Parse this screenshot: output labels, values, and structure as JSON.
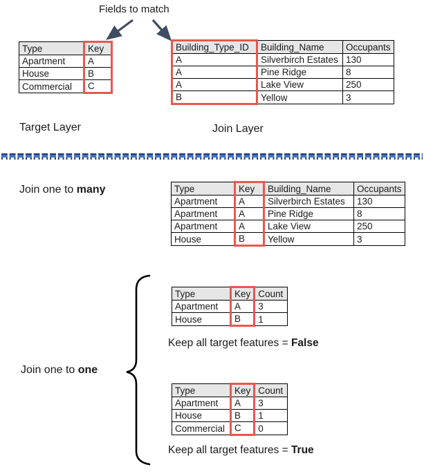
{
  "title": "Fields to match",
  "labels": {
    "target_layer": "Target Layer",
    "join_layer": "Join Layer",
    "one_to_many_prefix": "Join one to ",
    "one_to_many_bold": "many",
    "one_to_one_prefix": "Join one to ",
    "one_to_one_bold": "one",
    "caption_false_prefix": "Keep all target features = ",
    "caption_false_bold": "False",
    "caption_true_prefix": "Keep all target features = ",
    "caption_true_bold": "True"
  },
  "colors": {
    "field_highlight_box": "#e8574e",
    "table_header_bg": "#e7e6e6",
    "arrow": "#3e4d63",
    "divider_dark_blue": "#1f3864",
    "divider_blue": "#4472c4"
  },
  "tables": {
    "target": {
      "headers": [
        "Type",
        "Key"
      ],
      "rows": [
        [
          "Apartment",
          "A"
        ],
        [
          "House",
          "B"
        ],
        [
          "Commercial",
          "C"
        ]
      ],
      "highlight_col": 1
    },
    "join": {
      "headers": [
        "Building_Type_ID",
        "Building_Name",
        "Occupants"
      ],
      "rows": [
        [
          "A",
          "Silverbirch Estates",
          "130"
        ],
        [
          "A",
          "Pine Ridge",
          "8"
        ],
        [
          "A",
          "Lake View",
          "250"
        ],
        [
          "B",
          "Yellow",
          "3"
        ]
      ],
      "highlight_col": 0
    },
    "one_to_many": {
      "headers": [
        "Type",
        "Key",
        "Building_Name",
        "Occupants"
      ],
      "rows": [
        [
          "Apartment",
          "A",
          "Silverbirch Estates",
          "130"
        ],
        [
          "Apartment",
          "A",
          "Pine Ridge",
          "8"
        ],
        [
          "Apartment",
          "A",
          "Lake View",
          "250"
        ],
        [
          "House",
          "B",
          "Yellow",
          "3"
        ]
      ],
      "highlight_col": 1
    },
    "one_to_one_false": {
      "headers": [
        "Type",
        "Key",
        "Count"
      ],
      "rows": [
        [
          "Apartment",
          "A",
          "3"
        ],
        [
          "House",
          "B",
          "1"
        ]
      ],
      "highlight_col": 1
    },
    "one_to_one_true": {
      "headers": [
        "Type",
        "Key",
        "Count"
      ],
      "rows": [
        [
          "Apartment",
          "A",
          "3"
        ],
        [
          "House",
          "B",
          "1"
        ],
        [
          "Commercial",
          "C",
          "0"
        ]
      ],
      "highlight_col": 1
    }
  }
}
